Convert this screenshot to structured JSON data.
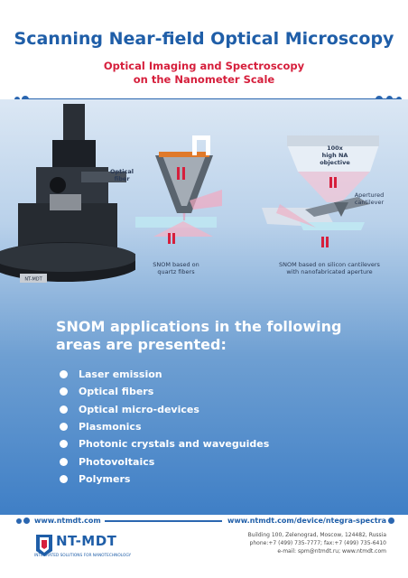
{
  "header": {
    "title": "Scanning Near-field Optical Microscopy",
    "subtitle_line1": "Optical Imaging and Spectroscopy",
    "subtitle_line2": "on the Nanometer Scale"
  },
  "illustration": {
    "fiber_label_line1": "Optical",
    "fiber_label_line2": "fiber",
    "objective_line1": "100x",
    "objective_line2": "high NA",
    "objective_line3": "objective",
    "cantilever_line1": "Apertured",
    "cantilever_line2": "cantilever",
    "caption_left_line1": "SNOM based on",
    "caption_left_line2": "quartz fibers",
    "caption_right_line1": "SNOM based on silicon cantilevers",
    "caption_right_line2": "with nanofabricated aperture",
    "device_badge": "NT-MDT"
  },
  "applications": {
    "heading_line1": "SNOM applications in the following",
    "heading_line2": "areas are presented:",
    "items": [
      "Laser emission",
      "Optical fibers",
      "Optical micro-devices",
      "Plasmonics",
      "Photonic crystals and waveguides",
      "Photovoltaics",
      "Polymers"
    ]
  },
  "footer": {
    "url_left": "www.ntmdt.com",
    "url_right": "www.ntmdt.com/device/ntegra-spectra",
    "logo": "NT-MDT",
    "logo_tagline": "INTEGRATED SOLUTIONS FOR NANOTECHNOLOGY",
    "address_line1": "Building 100, Zelenograd, Moscow, 124482, Russia",
    "address_line2": "phone:+7 (499) 735-7777; fax:+7 (499) 735-6410",
    "address_line3": "e-mail: spm@ntmdt.ru; www.ntmdt.com"
  },
  "colors": {
    "brand_blue": "#1f5ea8",
    "accent_red": "#d61f3c",
    "panel_bottom": "#3f7fc6"
  }
}
